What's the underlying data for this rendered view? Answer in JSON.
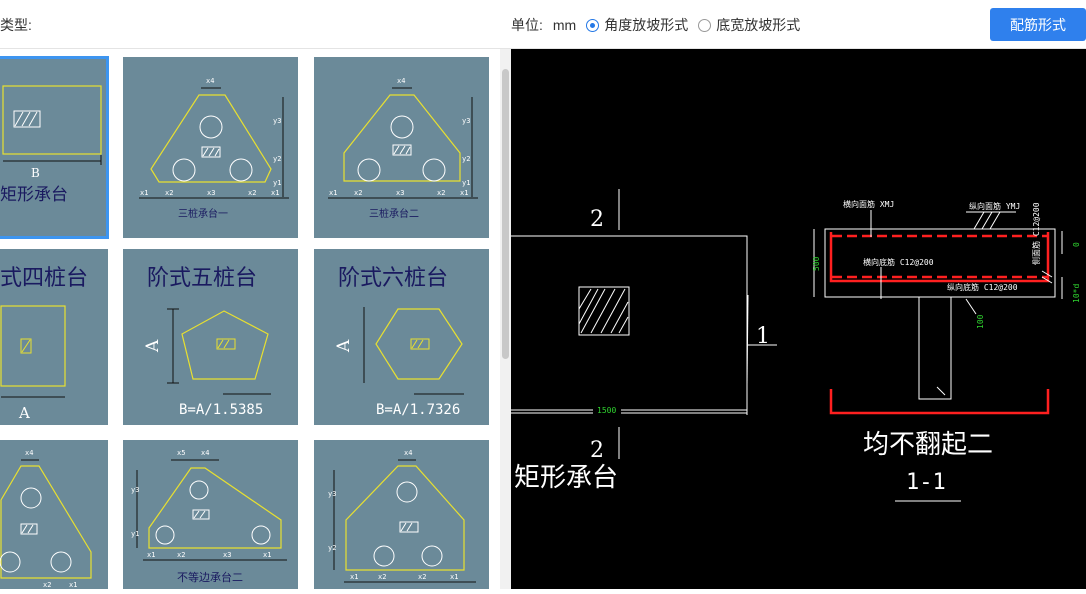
{
  "toolbar": {
    "type_label": "类型:",
    "unit_label": "单位:",
    "unit_value": "mm",
    "radio_angle": "角度放坡形式",
    "radio_width": "底宽放坡形式",
    "selected_mode": "radio_angle",
    "config_button": "配筋形式"
  },
  "tiles": [
    {
      "title": "矩形承台",
      "caption": "B",
      "selected": true
    },
    {
      "title": "",
      "caption": "三桩承台一"
    },
    {
      "title": "",
      "caption": "三桩承台二"
    },
    {
      "title": "式四桩台",
      "caption": "A"
    },
    {
      "title": "阶式五桩台",
      "caption": "B=A/1.5385",
      "side": "A"
    },
    {
      "title": "阶式六桩台",
      "caption": "B=A/1.7326",
      "side": "A"
    },
    {
      "title": "",
      "caption": ""
    },
    {
      "title": "",
      "caption": "不等边承台二"
    },
    {
      "title": "",
      "caption": ""
    }
  ],
  "tile_dims": {
    "x1": "x1",
    "x2": "x2",
    "x3": "x3",
    "x4": "x4",
    "y1": "y1",
    "y2": "y2",
    "y3": "y3",
    "x5": "x5"
  },
  "drawing": {
    "plan_title": "矩形承台",
    "section_mark_top": "2",
    "section_mark_bottom": "2",
    "section_mark_right": "1",
    "plan_dim": "1500",
    "h_top_bar": "横向面筋 XMJ",
    "v_top_bar": "纵向面筋 YMJ",
    "h_bottom_bar": "横向底筋 C12@200",
    "v_bottom_bar": "纵向底筋 C12@200",
    "side_bar": "侧面筋 C12@200",
    "dim_height": "500",
    "dim_cover": "100",
    "dim_right_top": "0",
    "dim_right_bottom": "10*d",
    "section_caption": "均不翻起二",
    "section_id": "1-1"
  }
}
